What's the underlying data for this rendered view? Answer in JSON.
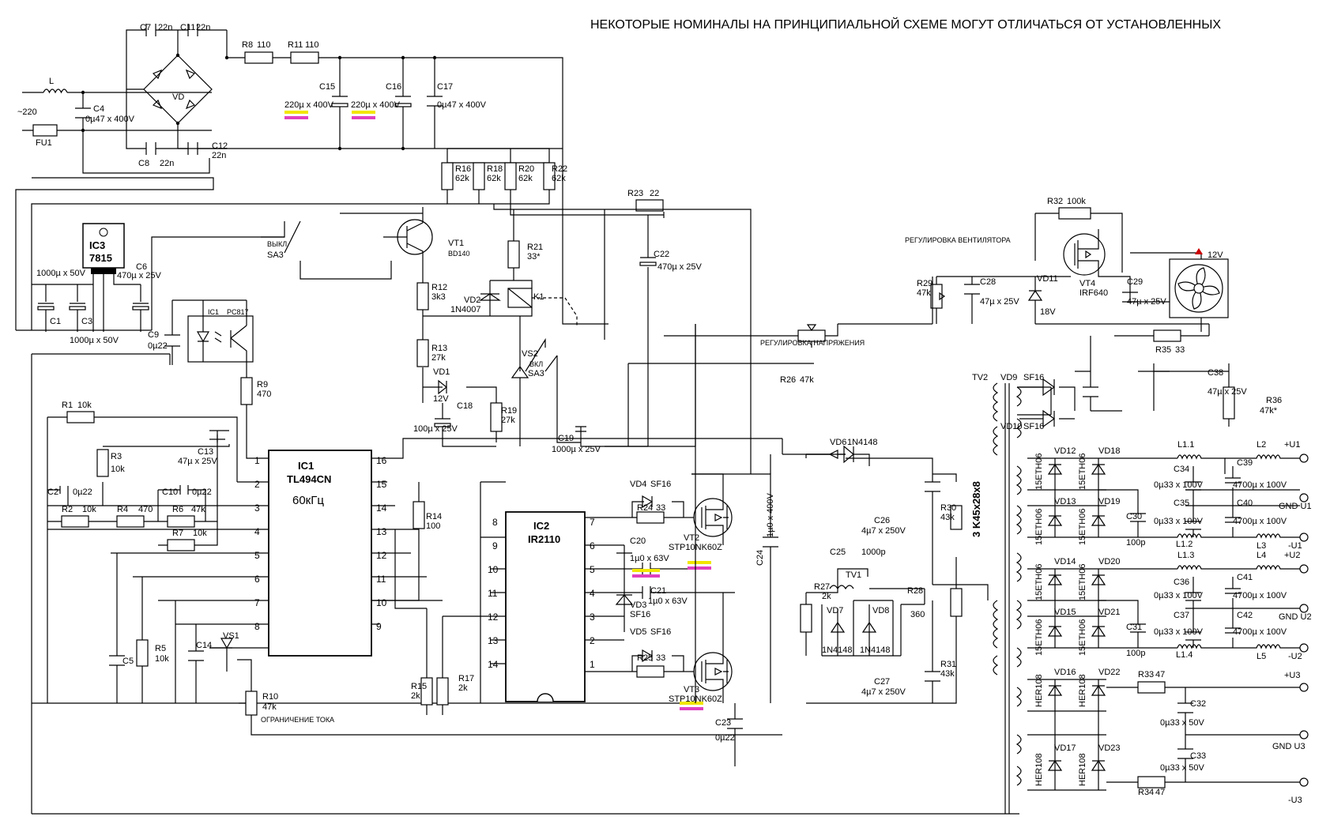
{
  "header": {
    "note": "НЕКОТОРЫЕ НОМИНАЛЫ НА ПРИНЦИПИАЛЬНОЙ СХЕМЕ МОГУТ ОТЛИЧАТЬСЯ ОТ УСТАНОВЛЕННЫХ"
  },
  "labels": [
    "L",
    "~220",
    "C4",
    "0µ47 x 400V",
    "FU1",
    "C7",
    "22n",
    "C11",
    "22n",
    "VD",
    "C8",
    "22n",
    "C12",
    "22n",
    "R8",
    "110",
    "R11",
    "110",
    "C15",
    "220µ x 400V",
    "C16",
    "220µ x 400V",
    "C17",
    "0µ47 x 400V",
    "R16",
    "62k",
    "R18",
    "62k",
    "R20",
    "62k",
    "R22",
    "62k",
    "R23",
    "22",
    "IC3",
    "7815",
    "1000µ x 50V",
    "C6",
    "470µ x 25V",
    "C1",
    "C3",
    "1000µ x 50V",
    "ВЫКЛ",
    "SA3",
    "VT1",
    "BD140",
    "R21",
    "33*",
    "C22",
    "470µ x 25V",
    "R12",
    "3k3",
    "VD2",
    "1N4007",
    "K1",
    "R13",
    "27k",
    "VS2",
    "ВКЛ",
    "SA3",
    "VD1",
    "12V",
    "C18",
    "100µ x 25V",
    "R19",
    "27k",
    "C19",
    "1000µ x 25V",
    "C9",
    "0µ22",
    "IC1",
    "PC817",
    "R9",
    "470",
    "R1",
    "10k",
    "R3",
    "10k",
    "C13",
    "47µ x 25V",
    "C2",
    "0µ22",
    "R2",
    "10k",
    "R4",
    "470",
    "C10",
    "0µ22",
    "R6",
    "47k",
    "R7",
    "10k",
    "C5",
    "R5",
    "10k",
    "C14",
    "VS1",
    "R10",
    "47k",
    "ОГРАНИЧЕНИЕ ТОКА",
    "R14",
    "100",
    "R15",
    "2k",
    "R17",
    "2k",
    "VD4",
    "SF16",
    "R24",
    "33",
    "VT2",
    "STP10NK60Z",
    "C20",
    "1µ0 x 63V",
    "C21",
    "1µ0 x 63V",
    "VD3",
    "SF16",
    "VD5",
    "SF16",
    "R25",
    "33",
    "VT3",
    "STP10NK60Z",
    "C23",
    "0µ22",
    "C24",
    "1µ0 x 400V",
    "VD6",
    "1N4148",
    "C26",
    "4µ7 x 250V",
    "R30",
    "43k",
    "C25",
    "1000p",
    "TV1",
    "R27",
    "2k",
    "VD7",
    "VD8",
    "1N4148",
    "1N4148",
    "R28",
    "360",
    "C27",
    "4µ7 x 250V",
    "R31",
    "43k",
    "РЕГУЛИРОВКА ВЕНТИЛЯТОРА",
    "R32",
    "100k",
    "R29",
    "47k",
    "C28",
    "47µ x 25V",
    "VD11",
    "18V",
    "VT4",
    "IRF640",
    "C29",
    "47µ x 25V",
    "12V",
    "R35",
    "33",
    "РЕГУЛИРОВКА НАПРЯЖЕНИЯ",
    "R26",
    "47k",
    "C38",
    "47µ x 25V",
    "R36",
    "47k*",
    "TV2",
    "VD9",
    "SF16",
    "VD10",
    "SF16",
    "3 K45x28x8",
    "VD12",
    "VD18",
    "L1.1",
    "L2",
    "+U1",
    "C34",
    "C39",
    "0µ33 x 100V",
    "4700µ x 100V",
    "GND U1",
    "VD13",
    "VD19",
    "C30",
    "C35",
    "C40",
    "0µ33 x 100V",
    "4700µ x 100V",
    "100p",
    "L1.2",
    "L3",
    "-U1",
    "VD14",
    "VD20",
    "L1.3",
    "L4",
    "+U2",
    "C36",
    "C41",
    "0µ33 x 100V",
    "4700µ x 100V",
    "GND U2",
    "VD15",
    "VD21",
    "C31",
    "C37",
    "C42",
    "0µ33 x 100V",
    "4700µ x 100V",
    "100p",
    "L1.4",
    "L5",
    "-U2",
    "VD16",
    "VD22",
    "R33",
    "47",
    "+U3",
    "C32",
    "0µ33 x 50V",
    "GND U3",
    "VD17",
    "VD23",
    "C33",
    "0µ33 x 50V",
    "R34",
    "47",
    "-U3",
    "15ETH06",
    "HER108"
  ],
  "ic1": {
    "name": "IC1",
    "part": "TL494CN",
    "freq": "60кГц",
    "pins_left": [
      "1",
      "2",
      "3",
      "4",
      "5",
      "6",
      "7",
      "8"
    ],
    "pins_right": [
      "16",
      "15",
      "14",
      "13",
      "12",
      "11",
      "10",
      "9"
    ]
  },
  "ic2": {
    "name": "IC2",
    "part": "IR2110",
    "pins_left": [
      "8",
      "9",
      "10",
      "11",
      "12",
      "13",
      "14"
    ],
    "pins_right": [
      "7",
      "6",
      "5",
      "4",
      "3",
      "2",
      "1"
    ]
  },
  "colors": {
    "ink": "#000000",
    "led_red": "#cc0000",
    "tag_yellow": "#f2e600",
    "tag_pink": "#e040c0"
  }
}
